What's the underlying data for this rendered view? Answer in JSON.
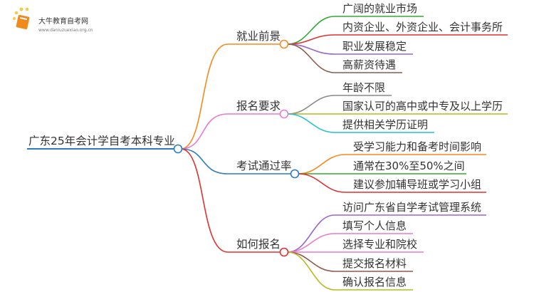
{
  "logo": {
    "name": "大牛教育自考网",
    "url": "www.daniuzuexiao.org.cn"
  },
  "root": {
    "label": "广东25年会计学自考本科专业",
    "color": "#2a7bc0"
  },
  "branches": [
    {
      "label": "就业前景",
      "color": "#f5891f",
      "children": [
        {
          "label": "广阔的就业市场",
          "color": "#33a833"
        },
        {
          "label": "内资企业、外资企业、会计事务所",
          "color": "#e03030"
        },
        {
          "label": "职业发展稳定",
          "color": "#9966cc"
        },
        {
          "label": "高薪资待遇",
          "color": "#8c5a4a"
        }
      ]
    },
    {
      "label": "报名要求",
      "color": "#e87ad0",
      "children": [
        {
          "label": "年龄不限",
          "color": "#888888"
        },
        {
          "label": "国家认可的高中或中专及以上学历",
          "color": "#b8b820"
        },
        {
          "label": "提供相关学历证明",
          "color": "#22c0d0"
        }
      ]
    },
    {
      "label": "考试通过率",
      "color": "#2a7bc0",
      "children": [
        {
          "label": "受学习能力和备考时间影响",
          "color": "#f5891f"
        },
        {
          "label": "通常在30%至50%之间",
          "color": "#33a833"
        },
        {
          "label": "建议参加辅导班或学习小组",
          "color": "#e03030"
        }
      ]
    },
    {
      "label": "如何报名",
      "color": "#e03030",
      "children": [
        {
          "label": "访问广东省自学考试管理系统",
          "color": "#9966cc"
        },
        {
          "label": "填写个人信息",
          "color": "#e87ad0"
        },
        {
          "label": "选择专业和院校",
          "color": "#e87ad0"
        },
        {
          "label": "提交报名材料",
          "color": "#8c5a4a"
        },
        {
          "label": "确认报名信息",
          "color": "#b8b820"
        }
      ]
    }
  ]
}
